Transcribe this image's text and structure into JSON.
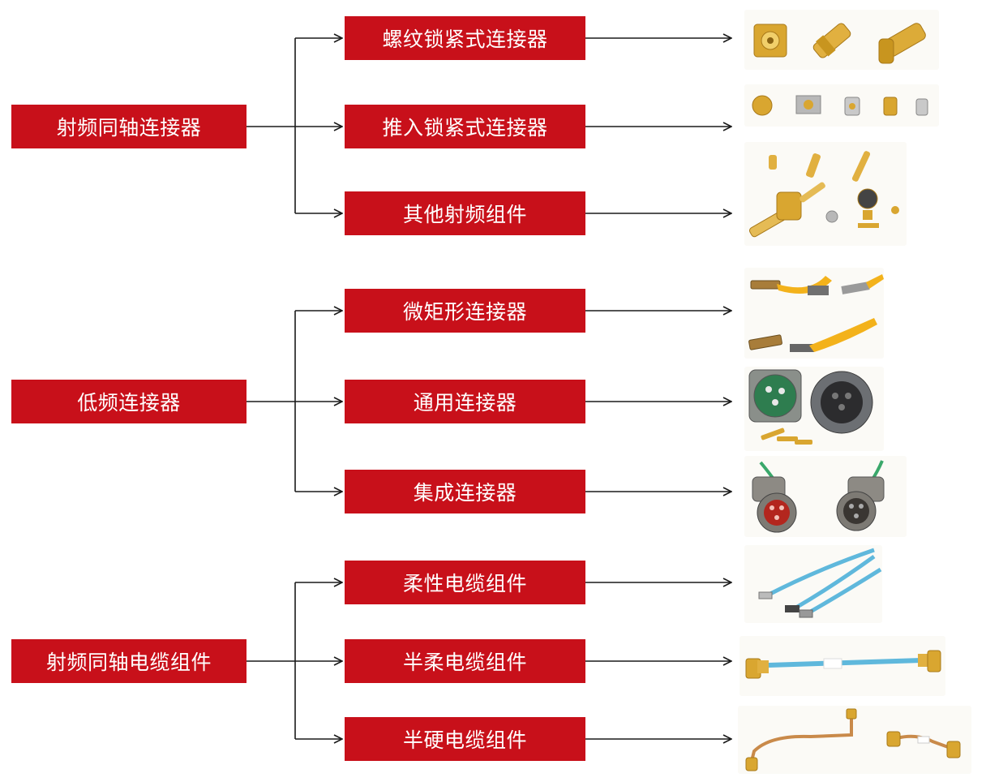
{
  "groups": [
    {
      "label": "射频同轴连接器",
      "items": [
        {
          "label": "螺纹锁紧式连接器",
          "image": "sma-gold-connectors-photo"
        },
        {
          "label": "推入锁紧式连接器",
          "image": "push-on-connectors-photo"
        },
        {
          "label": "其他射频组件",
          "image": "rf-components-photo"
        }
      ]
    },
    {
      "label": "低频连接器",
      "items": [
        {
          "label": "微矩形连接器",
          "image": "micro-rectangular-connectors-photo"
        },
        {
          "label": "通用连接器",
          "image": "circular-connectors-photo"
        },
        {
          "label": "集成连接器",
          "image": "integrated-connectors-photo"
        }
      ]
    },
    {
      "label": "射频同轴电缆组件",
      "items": [
        {
          "label": "柔性电缆组件",
          "image": "flexible-cable-photo"
        },
        {
          "label": "半柔电缆组件",
          "image": "semi-flexible-cable-photo"
        },
        {
          "label": "半硬电缆组件",
          "image": "semi-rigid-cable-photo"
        }
      ]
    }
  ],
  "colors": {
    "box_fill": "#c8101a",
    "box_text": "#ffffff",
    "arrow": "#1a1a1a",
    "gold": "#d9a630",
    "cable_blue": "#5fb8dc"
  }
}
